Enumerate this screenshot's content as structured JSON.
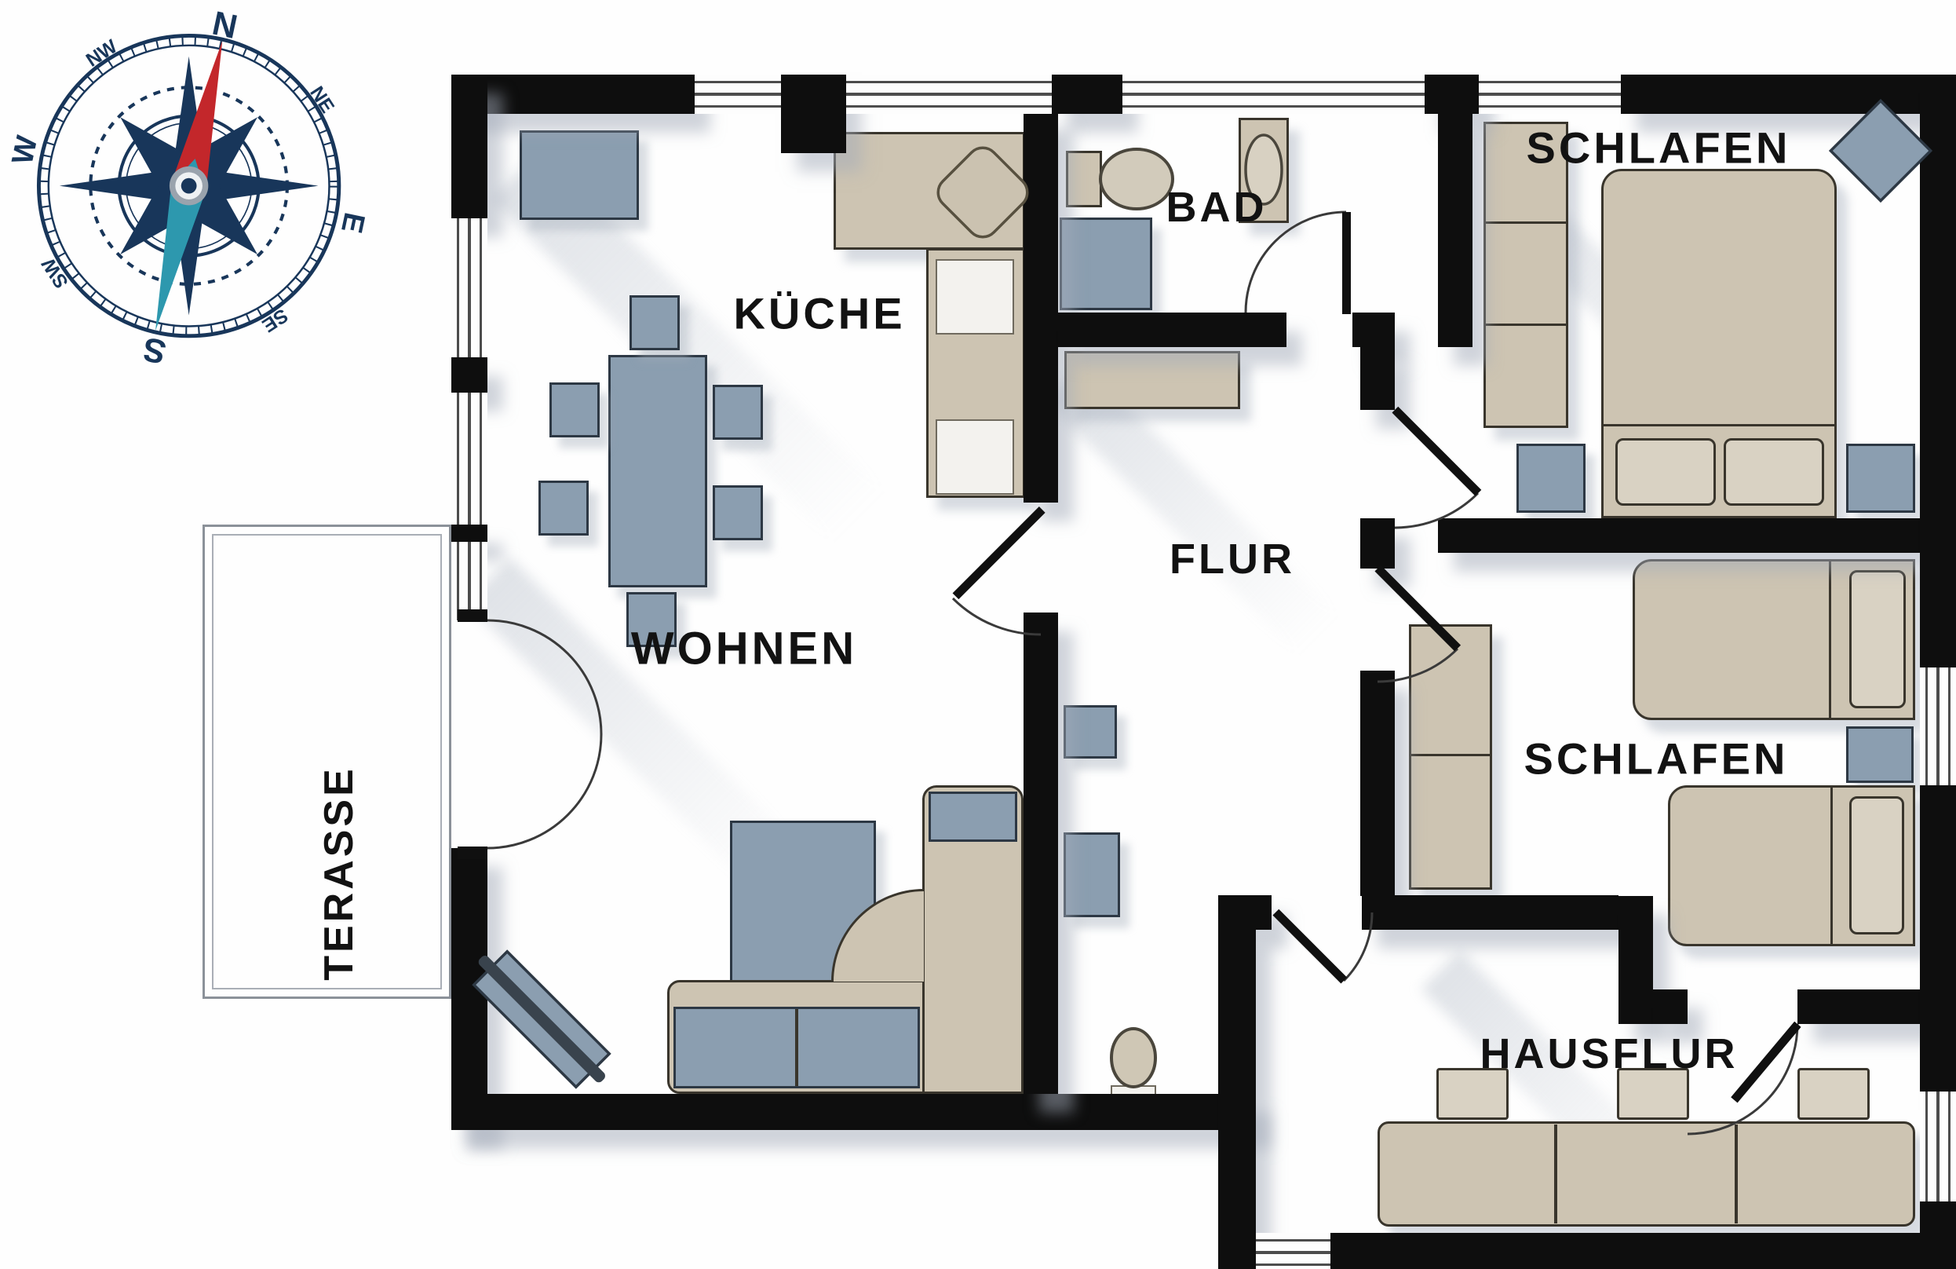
{
  "compass": {
    "directions": {
      "n": "N",
      "ne": "NE",
      "e": "E",
      "se": "SE",
      "s": "S",
      "sw": "SW",
      "w": "W",
      "nw": "NW"
    },
    "ring_color": "#18365a",
    "needle_north_color": "#c3272b",
    "needle_south_color": "#2d98ae"
  },
  "rooms": {
    "kueche": {
      "label": "KÜCHE"
    },
    "bad": {
      "label": "BAD"
    },
    "schlafen_top": {
      "label": "SCHLAFEN"
    },
    "flur": {
      "label": "FLUR"
    },
    "wohnen": {
      "label": "WOHNEN"
    },
    "schlafen_mid": {
      "label": "SCHLAFEN"
    },
    "terasse": {
      "label": "TERASSE"
    },
    "hausflur": {
      "label": "HAUSFLUR"
    }
  },
  "palette": {
    "wall": "#0e0e0e",
    "furniture_beige": "#cdc4b2",
    "furniture_blue": "#8b9eb0",
    "floor": "#fefefe",
    "shadow": "rgba(163,172,186,0.5)"
  }
}
